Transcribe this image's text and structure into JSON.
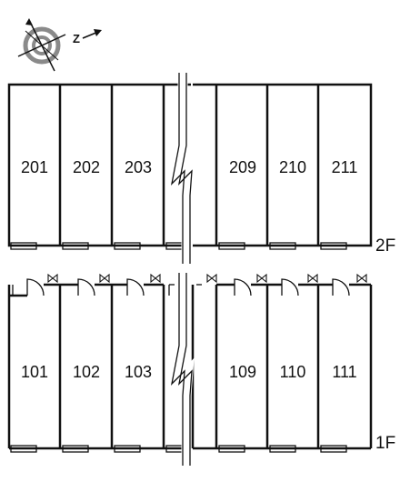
{
  "compass": {
    "label": "Z",
    "icon": "north-arrow-compass-icon"
  },
  "floors": [
    {
      "id": "2f",
      "label": "2F",
      "units": [
        {
          "number": "201"
        },
        {
          "number": "202"
        },
        {
          "number": "203"
        },
        {
          "number": "209"
        },
        {
          "number": "210"
        },
        {
          "number": "211"
        }
      ]
    },
    {
      "id": "1f",
      "label": "1F",
      "units": [
        {
          "number": "101"
        },
        {
          "number": "102"
        },
        {
          "number": "103"
        },
        {
          "number": "109"
        },
        {
          "number": "110"
        },
        {
          "number": "111"
        }
      ]
    }
  ],
  "colors": {
    "line": "#111111",
    "compass_grey": "#8a8a8a",
    "background": "#ffffff"
  }
}
